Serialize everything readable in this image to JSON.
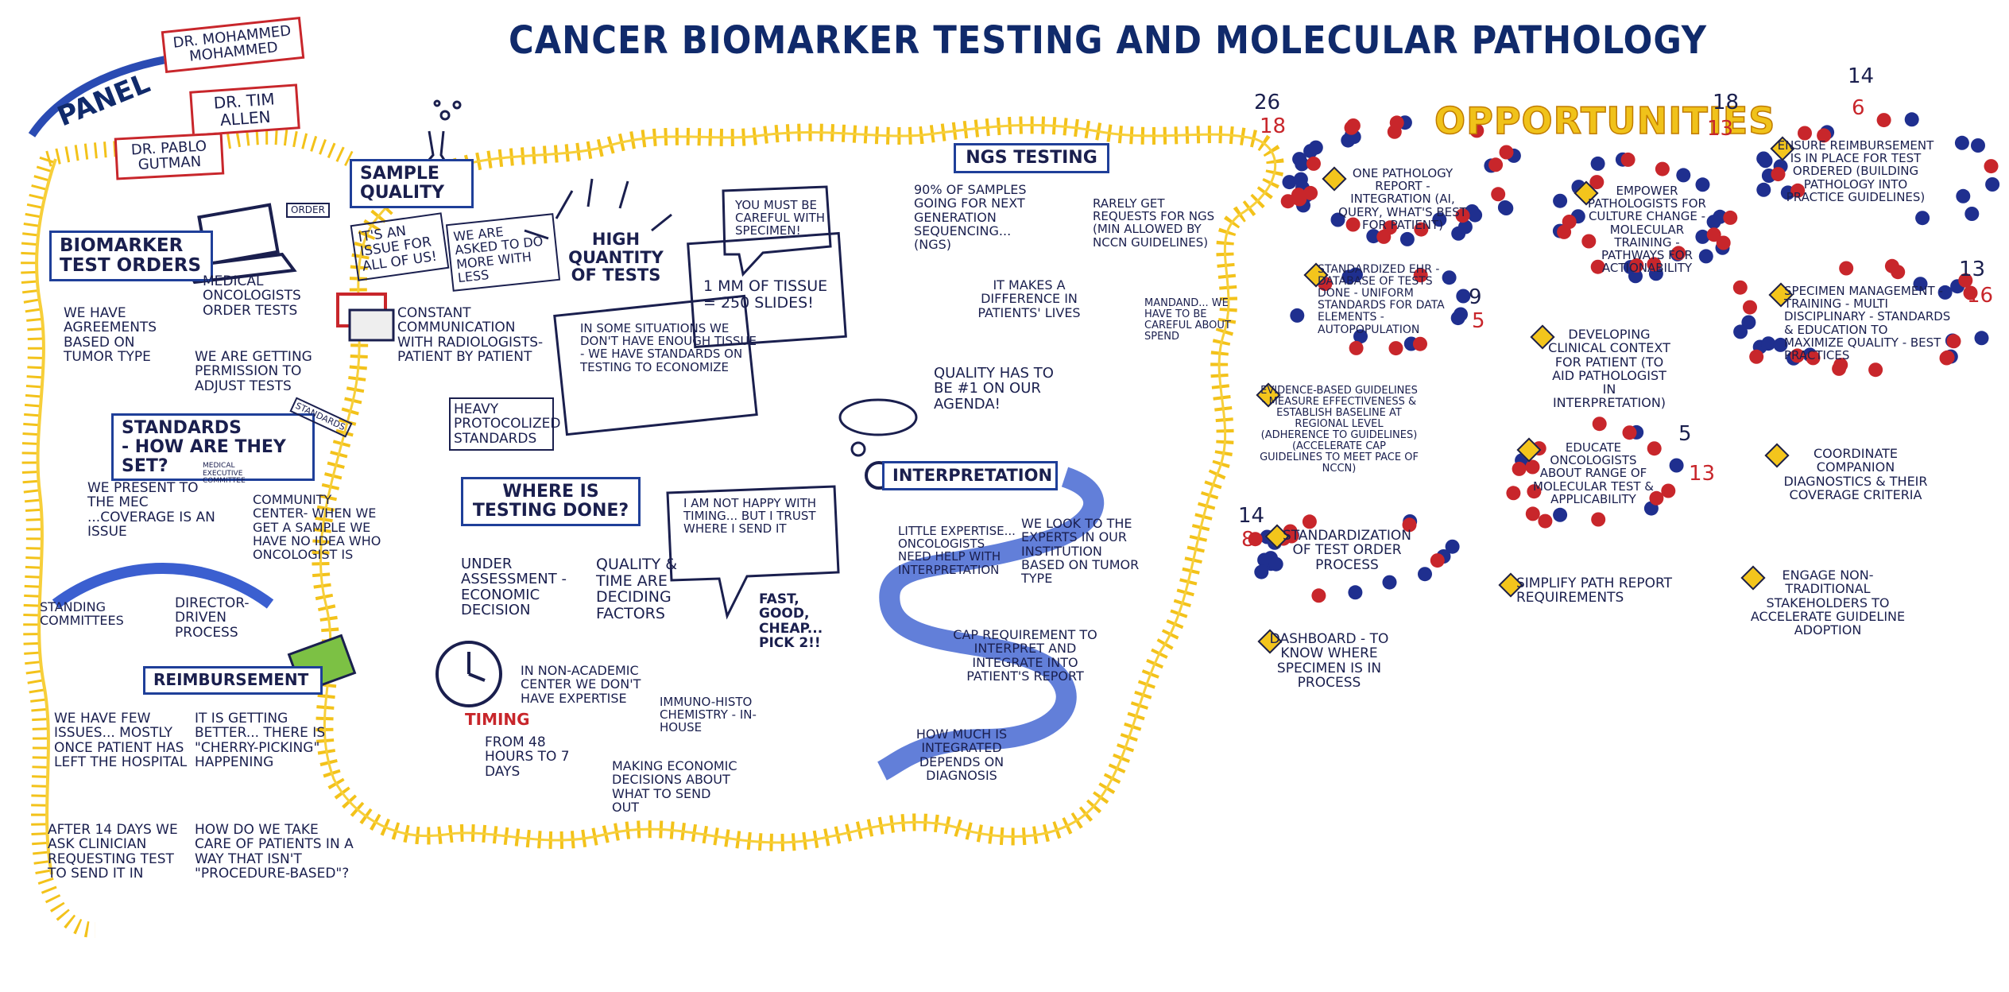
{
  "title": "CANCER BIOMARKER TESTING and MOLECULAR PATHOLOGY",
  "panel": {
    "label": "PANEL",
    "speakers": [
      "DR. MOHAMMED MOHAMMED",
      "DR. TIM ALLEN",
      "DR. PABLO GUTMAN"
    ]
  },
  "biomarker_test_orders": {
    "heading": "BIOMARKER TEST ORDERS",
    "computer_label": "ORDER",
    "items": [
      "WE HAVE AGREEMENTS BASED ON TUMOR TYPE",
      "MEDICAL ONCOLOGISTS ORDER TESTS",
      "WE ARE GETTING PERMISSION TO ADJUST TESTS"
    ]
  },
  "standards": {
    "heading": "STANDARDS\n- HOW ARE THEY SET?",
    "book_label": "STANDARDS",
    "items": [
      "WE PRESENT TO THE MEC ...COVERAGE IS AN ISSUE",
      "MEDICAL EXECUTIVE COMMITTEE",
      "COMMUNITY CENTER- WHEN WE GET A SAMPLE WE HAVE NO IDEA WHO ONCOLOGIST IS",
      "STANDING COMMITTEES",
      "DIRECTOR-DRIVEN PROCESS"
    ]
  },
  "reimbursement": {
    "heading": "REIMBURSEMENT",
    "items": [
      "WE HAVE FEW ISSUES... MOSTLY ONCE PATIENT HAS LEFT THE HOSPITAL",
      "IT IS GETTING BETTER... THERE IS \"CHERRY-PICKING\" HAPPENING",
      "AFTER 14 DAYS WE ASK CLINICIAN REQUESTING TEST TO SEND IT IN",
      "HOW DO WE TAKE CARE OF PATIENTS IN A WAY THAT ISN'T \"PROCEDURE-BASED\"?"
    ]
  },
  "sample_quality": {
    "heading": "SAMPLE QUALITY",
    "items": [
      "IT'S AN ISSUE FOR ALL OF US!",
      "WE ARE ASKED TO DO MORE WITH LESS",
      "CONSTANT COMMUNICATION WITH RADIOLOGISTS- PATIENT BY PATIENT",
      "HEAVY PROTOCOLIZED STANDARDS"
    ]
  },
  "high_quantity": {
    "heading": "HIGH QUANTITY OF TESTS",
    "items": [
      "YOU MUST BE CAREFUL WITH SPECIMEN!",
      "1 MM OF TISSUE = 250 SLIDES!",
      "IN SOME SITUATIONS WE DON'T HAVE ENOUGH TISSUE - WE HAVE STANDARDS ON TESTING TO ECONOMIZE"
    ]
  },
  "where_testing_done": {
    "heading": "WHERE IS TESTING DONE?",
    "items": [
      "UNDER ASSESSMENT - ECONOMIC DECISION",
      "QUALITY & TIME ARE DECIDING FACTORS",
      "I AM NOT HAPPY WITH TIMING... BUT I TRUST WHERE I SEND IT",
      "FAST, GOOD, CHEAP... PICK 2!!",
      "IN NON-ACADEMIC CENTER WE DON'T HAVE EXPERTISE",
      "TIMING",
      "FROM 48 HOURS TO 7 DAYS",
      "IMMUNO-HISTO CHEMISTRY - IN-HOUSE",
      "MAKING ECONOMIC DECISIONS ABOUT WHAT TO SEND OUT"
    ]
  },
  "ngs_testing": {
    "heading": "NGS TESTING",
    "items": [
      "90% OF SAMPLES GOING FOR NEXT GENERATION SEQUENCING... (NGS)",
      "IT MAKES A DIFFERENCE IN PATIENTS' LIVES",
      "RARELY GET REQUESTS FOR NGS (MIN ALLOWED BY NCCN GUIDELINES)",
      "MANDAND... WE HAVE TO BE CAREFUL ABOUT SPEND",
      "QUALITY HAS TO BE #1 ON OUR AGENDA!"
    ]
  },
  "interpretation": {
    "heading": "INTERPRETATION",
    "items": [
      "LITTLE EXPERTISE... ONCOLOGISTS NEED HELP WITH INTERPRETATION",
      "WE LOOK TO THE EXPERTS IN OUR INSTITUTION BASED ON TUMOR TYPE",
      "CAP REQUIREMENT TO INTERPRET AND INTEGRATE INTO PATIENT'S REPORT",
      "HOW MUCH IS INTEGRATED DEPENDS ON DIAGNOSIS"
    ]
  },
  "opportunities": {
    "heading": "OPPORTUNITIES",
    "vote_colors": {
      "blue": "#1f2f8f",
      "red": "#c8262b"
    },
    "items": [
      {
        "label": "ONE PATHOLOGY REPORT - INTEGRATION (AI, QUERY, WHAT'S BEST FOR PATIENT)",
        "blue": "26",
        "red": "18"
      },
      {
        "label": "EMPOWER PATHOLOGISTS FOR CULTURE CHANGE - MOLECULAR TRAINING - PATHWAYS FOR ACTIONABILITY",
        "blue": "18",
        "red": "13"
      },
      {
        "label": "ENSURE REIMBURSEMENT IS IN PLACE FOR TEST ORDERED (BUILDING PATHOLOGY INTO PRACTICE GUIDELINES)",
        "blue": "14",
        "red": "6"
      },
      {
        "label": "STANDARDIZED EHR - DATABASE OF TESTS DONE - UNIFORM STANDARDS FOR DATA ELEMENTS - AUTOPOPULATION",
        "blue": "9",
        "red": "5"
      },
      {
        "label": "DEVELOPING CLINICAL CONTEXT FOR PATIENT (TO AID PATHOLOGIST IN INTERPRETATION)",
        "blue": "",
        "red": ""
      },
      {
        "label": "SPECIMEN MANAGEMENT - TRAINING - MULTI DISCIPLINARY - STANDARDS & EDUCATION TO MAXIMIZE QUALITY - BEST PRACTICES",
        "blue": "13",
        "red": "16"
      },
      {
        "label": "EVIDENCE-BASED GUIDELINES - MEASURE EFFECTIVENESS & ESTABLISH BASELINE AT REGIONAL LEVEL (ADHERENCE TO GUIDELINES) (ACCELERATE CAP GUIDELINES TO MEET PACE OF NCCN)",
        "blue": "",
        "red": ""
      },
      {
        "label": "EDUCATE ONCOLOGISTS ABOUT RANGE OF MOLECULAR TEST & APPLICABILITY",
        "blue": "5",
        "red": "13"
      },
      {
        "label": "COORDINATE COMPANION DIAGNOSTICS & THEIR COVERAGE CRITERIA",
        "blue": "",
        "red": ""
      },
      {
        "label": "STANDARDIZATION OF TEST ORDER PROCESS",
        "blue": "14",
        "red": "8"
      },
      {
        "label": "SIMPLIFY PATH REPORT REQUIREMENTS",
        "blue": "",
        "red": ""
      },
      {
        "label": "ENGAGE NON-TRADITIONAL STAKEHOLDERS TO ACCELERATE GUIDELINE ADOPTION",
        "blue": "",
        "red": ""
      },
      {
        "label": "DASHBOARD - TO KNOW WHERE SPECIMEN IS IN PROCESS",
        "blue": "",
        "red": ""
      }
    ]
  }
}
